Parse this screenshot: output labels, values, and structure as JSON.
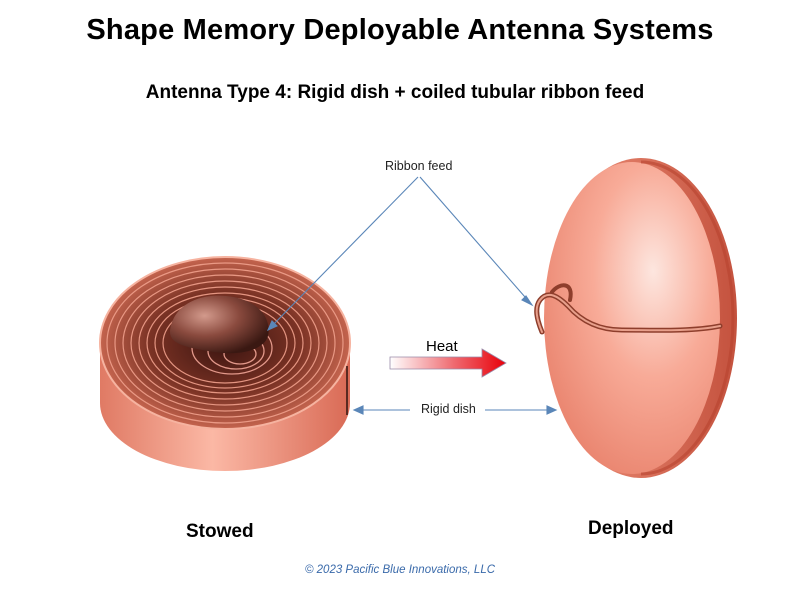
{
  "title": "Shape Memory Deployable Antenna Systems",
  "subtitle": "Antenna Type 4: Rigid dish + coiled tubular ribbon feed",
  "labels": {
    "ribbon_feed": "Ribbon feed",
    "rigid_dish": "Rigid dish",
    "heat": "Heat"
  },
  "states": {
    "stowed": "Stowed",
    "deployed": "Deployed"
  },
  "copyright": "© 2023 Pacific Blue Innovations, LLC",
  "colors": {
    "copper": "#e8806a",
    "copper_dark": "#8a3a2a",
    "arrow_red": "#e8000a",
    "leader_line": "#5a86b8",
    "copyright_blue": "#3a6aaa"
  }
}
